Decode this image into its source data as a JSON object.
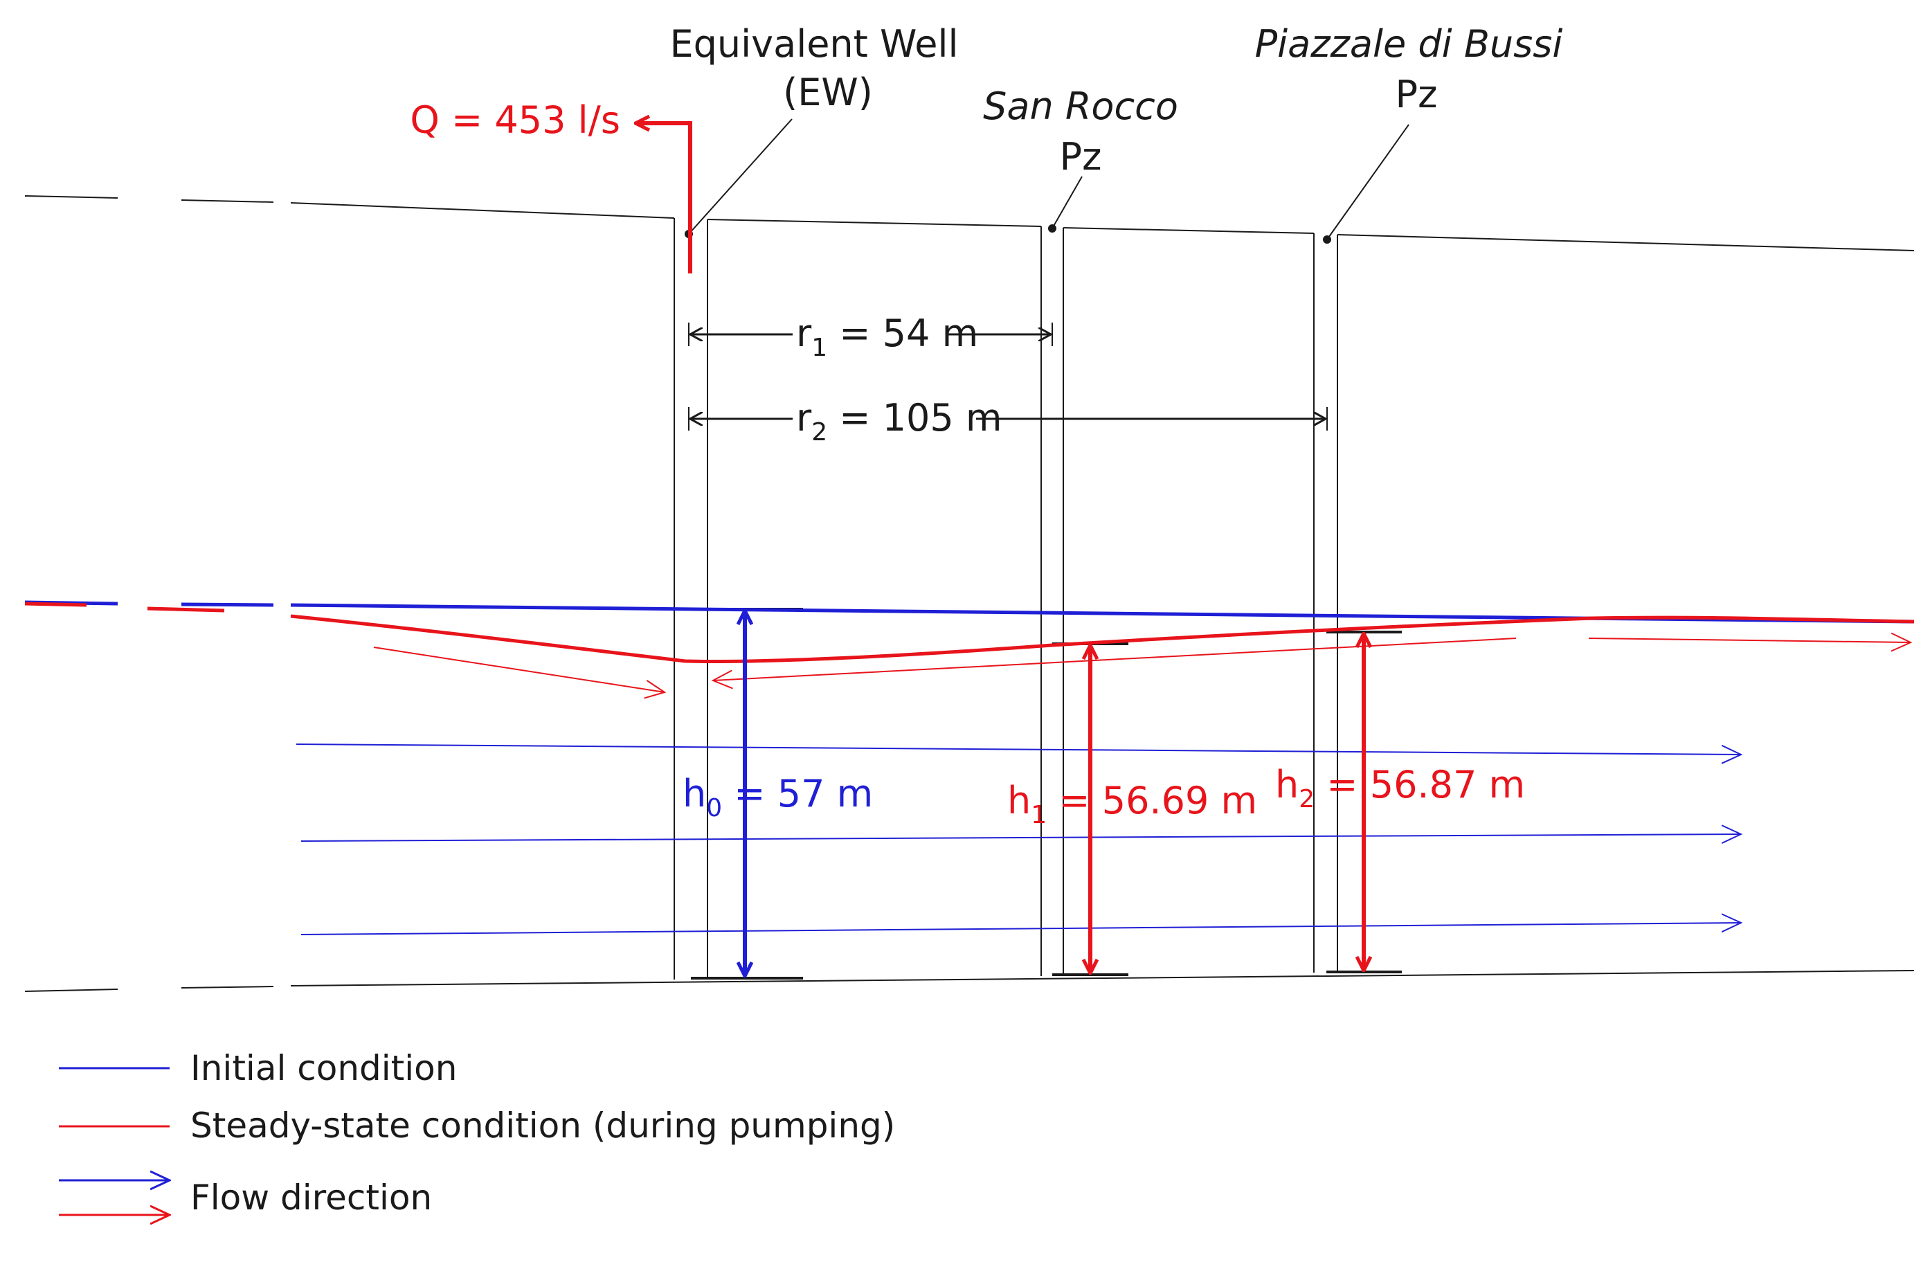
{
  "colors": {
    "initial": "#1f1fd6",
    "steady": "#e8141b",
    "structure": "#1a1a1a"
  },
  "labels": {
    "equivalent_well": "Equivalent Well",
    "equivalent_well_abbr": "(EW)",
    "san_rocco": "San Rocco",
    "san_rocco_type": "Pz",
    "piazzale": "Piazzale di Bussi",
    "piazzale_type": "Pz",
    "discharge": "Q = 453 l/s",
    "r1_symbol": "r",
    "r1_sub": "1",
    "r1_value": " = 54 m",
    "r2_symbol": "r",
    "r2_sub": "2",
    "r2_value": " = 105 m",
    "h0_symbol": "h",
    "h0_sub": "0",
    "h0_value": " = 57 m",
    "h1_symbol": "h",
    "h1_sub": "1",
    "h1_value": " = 56.69 m",
    "h2_symbol": "h",
    "h2_sub": "2",
    "h2_value": " = 56.87 m"
  },
  "legend": {
    "initial": "Initial condition",
    "steady": "Steady-state condition (during pumping)",
    "flow": "Flow direction"
  }
}
